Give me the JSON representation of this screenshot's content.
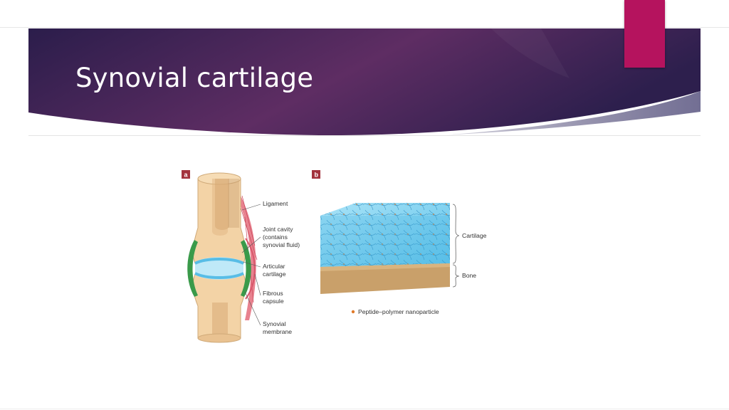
{
  "slide": {
    "title": "Synovial cartilage"
  },
  "figure": {
    "panel_a": {
      "letter": "a",
      "labels": {
        "ligament": "Ligament",
        "joint_cavity": [
          "Joint cavity",
          "(contains",
          "synovial fluid)"
        ],
        "articular_cartilage": [
          "Articular",
          "cartilage"
        ],
        "fibrous_capsule": [
          "Fibrous",
          "capsule"
        ],
        "synovial_membrane": [
          "Synovial",
          "membrane"
        ]
      }
    },
    "panel_b": {
      "letter": "b",
      "labels": {
        "cartilage": "Cartilage",
        "bone": "Bone",
        "legend": "Peptide–polymer nanoparticle"
      }
    }
  },
  "colors": {
    "header_dark": "#2b1d4b",
    "header_mid": "#5e2d63",
    "accent": "#b5135e",
    "bone": "#f3d3a6",
    "cartilage": "#6ecff0",
    "membrane": "#3a9a4a",
    "ligament": "#d9566b"
  }
}
